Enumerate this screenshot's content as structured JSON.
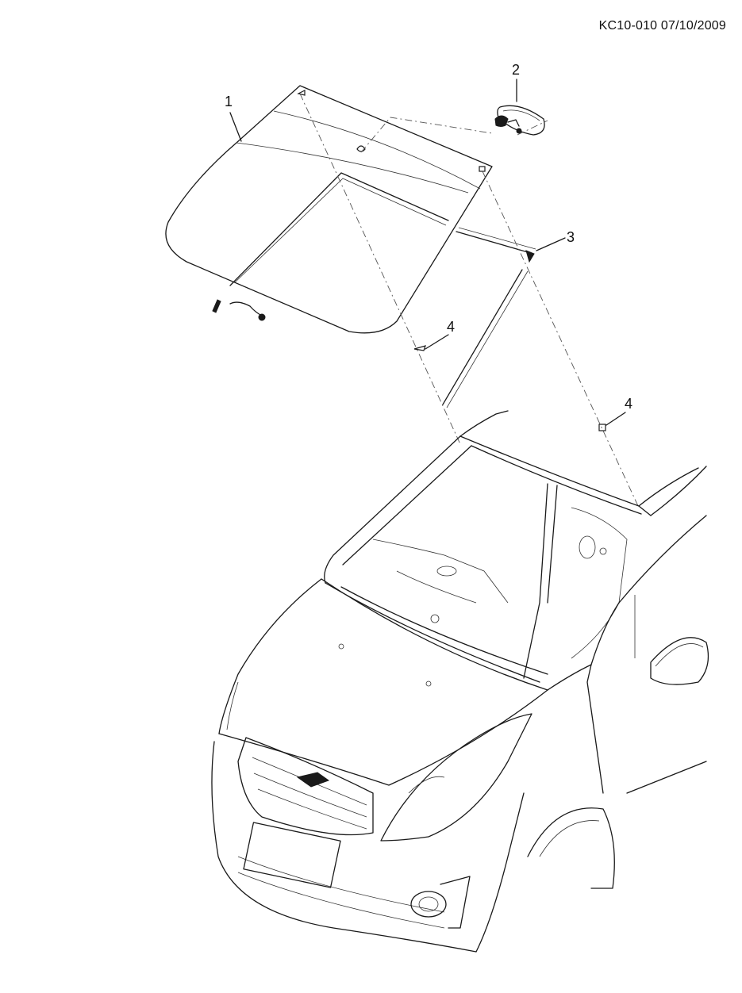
{
  "document_code": "KC10-010 07/10/2009",
  "callouts": [
    {
      "label": "1"
    },
    {
      "label": "2"
    },
    {
      "label": "3"
    },
    {
      "label": "4"
    },
    {
      "label": "4"
    }
  ],
  "colors": {
    "line": "#1a1a1a",
    "background": "#ffffff"
  }
}
